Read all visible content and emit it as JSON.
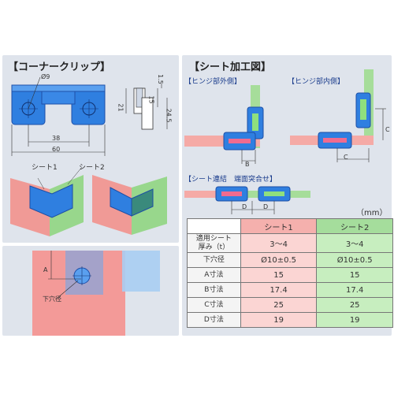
{
  "left": {
    "title": "【コーナークリップ】",
    "dims": {
      "hole": "Ø9",
      "width_inner": "38",
      "width_outer": "60",
      "v1": "1.5",
      "v2": "21",
      "v3": "15",
      "v4": "24.5"
    },
    "sheet1_label": "シート1",
    "sheet2_label": "シート2",
    "dim_a": "A",
    "hole_label": "下穴径"
  },
  "right": {
    "title": "【シート加工図】",
    "hinge_outer": "【ヒンジ部外側】",
    "hinge_inner": "【ヒンジ部内側】",
    "sheet_join": "【シート連結　端面突合せ】",
    "dim_b": "B",
    "dim_c": "C",
    "dim_d": "D"
  },
  "table": {
    "unit": "（mm）",
    "headers": [
      "シート1",
      "シート2"
    ],
    "rows": [
      {
        "label": "適用シート\n厚み（t）",
        "v1": "3～4",
        "v2": "3～4"
      },
      {
        "label": "下穴径",
        "v1": "Ø10±0.5",
        "v2": "Ø10±0.5"
      },
      {
        "label": "A寸法",
        "v1": "15",
        "v2": "15"
      },
      {
        "label": "B寸法",
        "v1": "17.4",
        "v2": "17.4"
      },
      {
        "label": "C寸法",
        "v1": "25",
        "v2": "25"
      },
      {
        "label": "D寸法",
        "v1": "19",
        "v2": "19"
      }
    ]
  },
  "colors": {
    "clip_blue": "#2a6fd6",
    "sheet1_pink": "#f39a98",
    "sheet2_green": "#9ad98c",
    "panel_bg": "#dfe4ec"
  }
}
